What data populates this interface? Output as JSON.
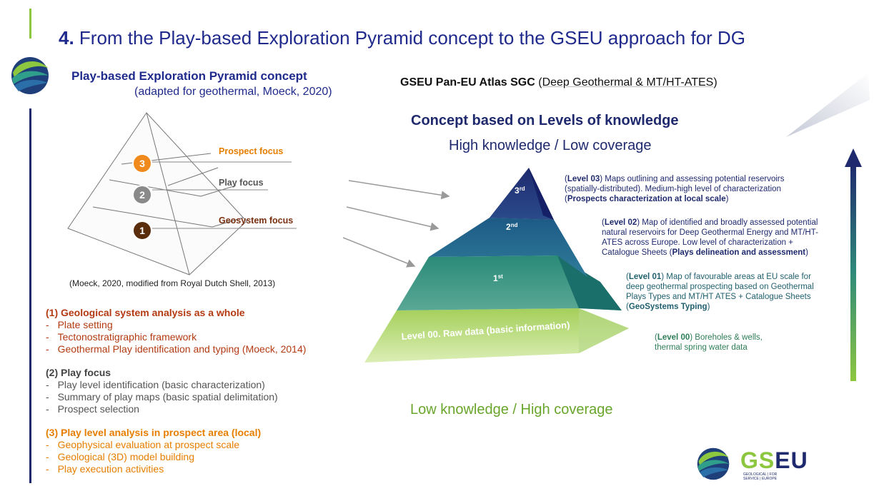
{
  "title": {
    "number": "4.",
    "text": " From the Play-based Exploration Pyramid concept to the GSEU approach for DG"
  },
  "left": {
    "heading": "Play-based Exploration Pyramid concept",
    "subheading": "(adapted for geothermal, Moeck, 2020)",
    "pyramid_labels": {
      "prospect": "Prospect focus",
      "play": "Play focus",
      "geosystem": "Geosystem focus",
      "n3": "3",
      "n2": "2",
      "n1": "1"
    },
    "caption": "(Moeck, 2020, modified from Royal Dutch Shell, 2013)",
    "section1": {
      "heading": "(1) Geological system analysis as a whole",
      "items": [
        "Plate setting",
        "Tectonostratigraphic framework",
        "Geothermal Play identification and typing (Moeck, 2014)"
      ]
    },
    "section2": {
      "heading": "(2) Play focus",
      "items": [
        "Play level identification (basic characterization)",
        "Summary of play maps (basic spatial delimitation)",
        "Prospect selection"
      ]
    },
    "section3": {
      "heading": "(3) Play level analysis in prospect area (local)",
      "items": [
        "Geophysical evaluation at prospect scale",
        "Geological (3D) model building",
        "Play execution activities"
      ]
    }
  },
  "right": {
    "heading_bold": "GSEU Pan-EU Atlas SGC",
    "heading_paren_open": " (",
    "heading_underlined": "Deep Geothermal & MT/HT-ATES",
    "heading_paren_close": ")",
    "concept": "Concept based on Levels of knowledge",
    "high": "High knowledge / Low coverage",
    "low": "Low knowledge / High coverage",
    "tiers": {
      "t3": "3",
      "t3sup": "rd",
      "t2": "2",
      "t2sup": "nd",
      "t1": "1",
      "t1sup": "st",
      "t0": "Level 00. Raw data (basic information)"
    },
    "level3": {
      "tag": "Level 03",
      "l1": ") Maps outlining and assessing potential reservoirs",
      "l2": "(spatially-distributed). Medium-high level of characterization",
      "l3a": "(",
      "l3b": "Prospects characterization at local scale",
      "l3c": ")"
    },
    "level2": {
      "tag": "Level 02",
      "l1": ") Map of identified and broadly assessed potential",
      "l2": "natural reservoirs for Deep Geothermal Energy and MT/HT-",
      "l3": "ATES across Europe. Low level of characterization +",
      "l4a": "Catalogue Sheets (",
      "l4b": "Plays delineation and assessment",
      "l4c": ")"
    },
    "level1": {
      "tag": "Level 01",
      "l1": ") Map of favourable areas at EU scale for",
      "l2": "deep geothermal prospecting based on Geothermal",
      "l3": "Plays Types and MT/HT ATES + Catalogue Sheets",
      "l4a": "(",
      "l4b": "GeoSystems Typing",
      "l4c": ")"
    },
    "level0": {
      "tag": "Level 00",
      "l1": ") Boreholes & wells,",
      "l2": "thermal spring water data"
    }
  },
  "logo": {
    "text_gs": "GS",
    "text_eu": "EU",
    "sub1": "GEOLOGICAL | FOR",
    "sub2": "SERVICE | EUROPE"
  },
  "colors": {
    "navy": "#1f2a6e",
    "green": "#8dc63f",
    "orange": "#e67e00",
    "brown": "#b33a12"
  }
}
